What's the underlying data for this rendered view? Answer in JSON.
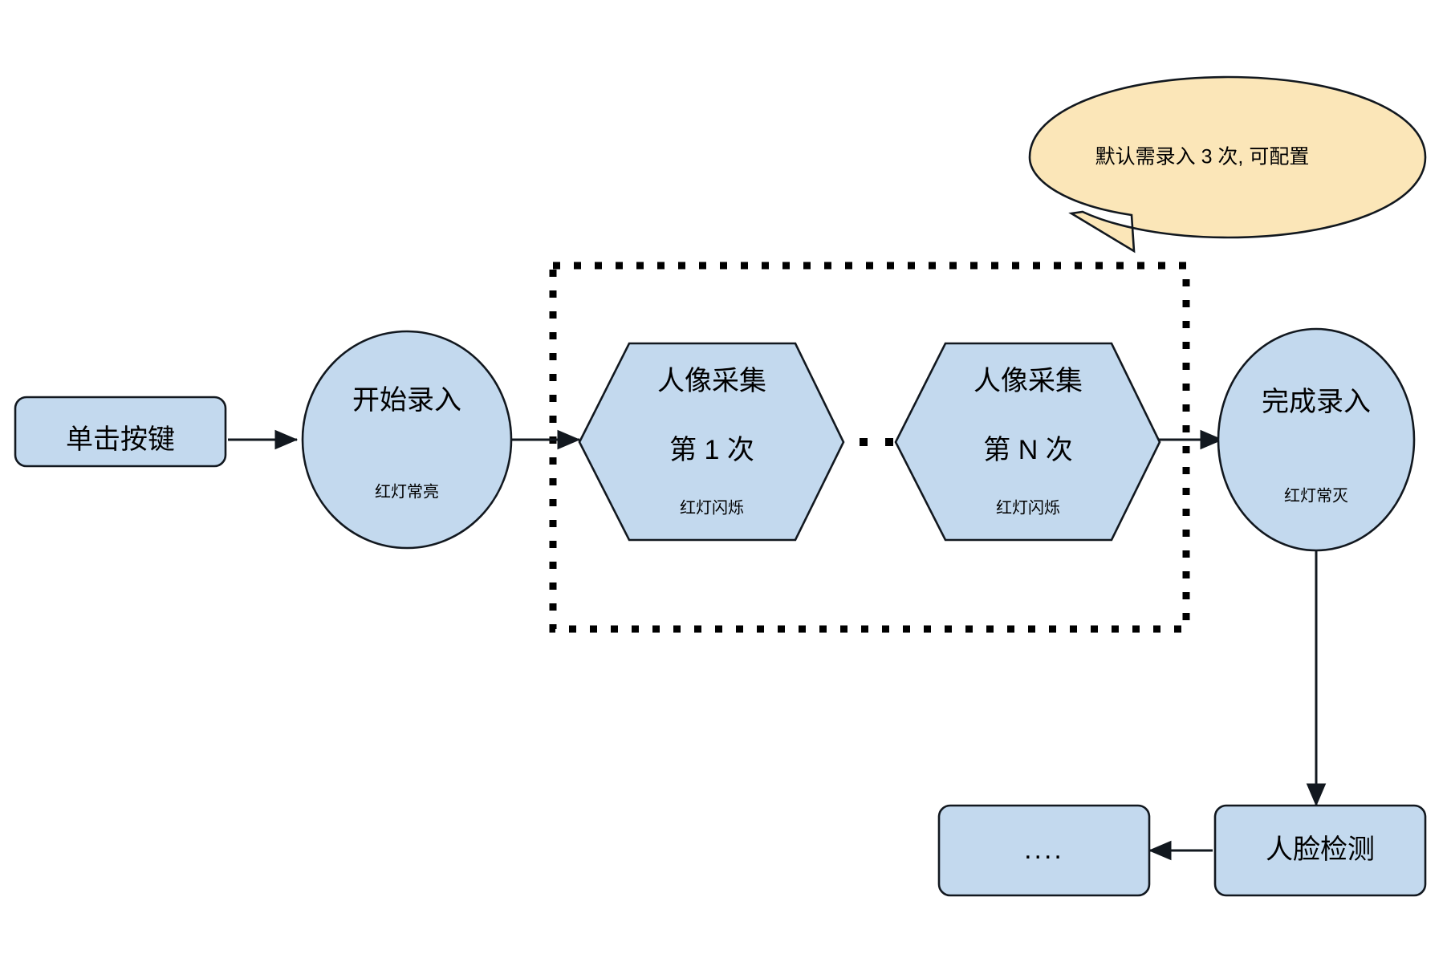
{
  "diagram": {
    "title": "",
    "colors": {
      "shape_fill": "#c3d9ee",
      "callout_fill": "#fbe6b8",
      "stroke": "#12181f",
      "background": "#ffffff"
    },
    "nodes": {
      "click_key": {
        "label": "单击按键",
        "shape": "rounded-rect"
      },
      "start_enroll": {
        "label": "开始录入",
        "sub": "红灯常亮",
        "shape": "ellipse"
      },
      "capture_first": {
        "label_line1": "人像采集",
        "label_line2": "第 1 次",
        "sub": "红灯闪烁",
        "shape": "hexagon"
      },
      "capture_nth": {
        "label_line1": "人像采集",
        "label_line2": "第 N 次",
        "sub": "红灯闪烁",
        "shape": "hexagon"
      },
      "finish_enroll": {
        "label": "完成录入",
        "sub": "红灯常灭",
        "shape": "ellipse"
      },
      "face_detect": {
        "label": "人脸检测",
        "shape": "rounded-rect"
      },
      "more_steps": {
        "label": "....",
        "shape": "rounded-rect"
      }
    },
    "between_captures_dots": "· · · ·",
    "callout": {
      "text": "默认需录入 3 次, 可配置",
      "shape": "speech-ellipse"
    },
    "loop_group": {
      "style": "dotted-rectangle",
      "label": ""
    }
  }
}
